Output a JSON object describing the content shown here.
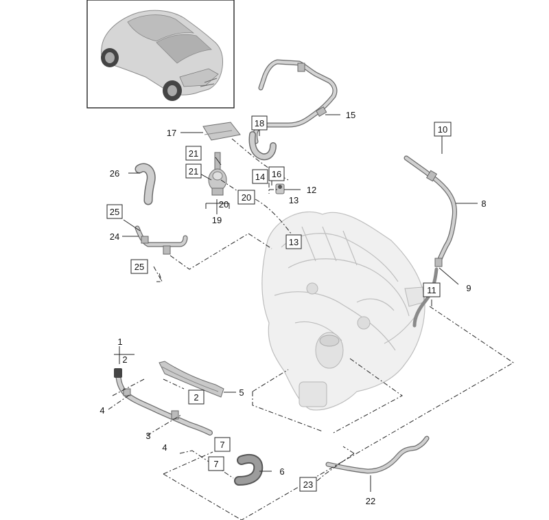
{
  "labels": {
    "l1": "1",
    "l2": "2",
    "l2b": "2",
    "l3": "3",
    "l4a": "4",
    "l4b": "4",
    "l5": "5",
    "l6": "6",
    "l7a": "7",
    "l7b": "7",
    "l8": "8",
    "l9": "9",
    "l10": "10",
    "l11": "11",
    "l12": "12",
    "l13a": "13",
    "l13b": "13",
    "l14": "14",
    "l15": "15",
    "l16": "16",
    "l17": "17",
    "l18": "18",
    "l19": "19",
    "l20a": "20",
    "l20b": "20",
    "l21a": "21",
    "l21b": "21",
    "l22": "22",
    "l23": "23",
    "l24": "24",
    "l25a": "25",
    "l25b": "25",
    "l26": "26"
  },
  "colors": {
    "part_fill": "#c9c9c9",
    "part_stroke": "#6a6a6a",
    "line": "#222222",
    "engine": "#bdbdbd"
  }
}
